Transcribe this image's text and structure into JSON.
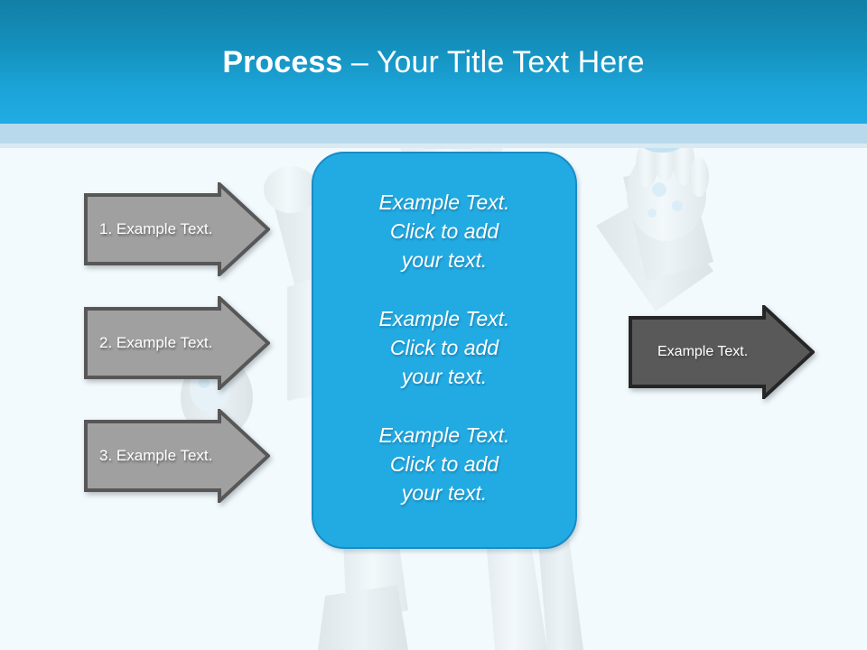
{
  "slide": {
    "title_bold": "Process",
    "title_rest": " – Your Title Text Here",
    "background_color": "#f2fafd",
    "header": {
      "gradient_top": "#127fa6",
      "gradient_bottom": "#22abe3",
      "strip_color": "#b8d9ec"
    }
  },
  "center_box": {
    "fill_color": "#22abe3",
    "border_color": "#1a8bc4",
    "paragraphs": [
      "Example Text.\nClick  to add\nyour text.",
      "Example Text.\nClick  to add\nyour text.",
      "Example Text.\nClick  to add\nyour text."
    ]
  },
  "left_arrows": {
    "fill_color": "#a0a0a0",
    "border_color": "#575757",
    "items": [
      {
        "label": "1. Example Text."
      },
      {
        "label": "2. Example Text."
      },
      {
        "label": "3. Example Text."
      }
    ]
  },
  "right_arrow": {
    "fill_color": "#595959",
    "border_color": "#262626",
    "label": "Example Text."
  }
}
